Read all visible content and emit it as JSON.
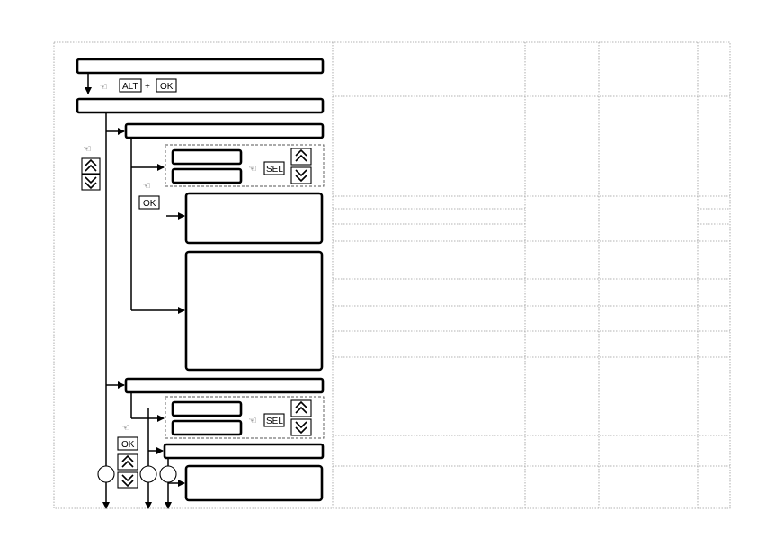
{
  "keys": {
    "alt": "ALT",
    "ok": "OK",
    "sel": "SEL"
  },
  "symbols": {
    "plus": "+",
    "hand": "☜"
  },
  "icons": [
    "hand-press-icon",
    "up-double-chevron-icon",
    "down-double-chevron-icon",
    "circle-connector-icon",
    "arrow-icon"
  ],
  "colors": {
    "line": "#000000",
    "grid": "#9a9a9a",
    "background": "#ffffff"
  }
}
